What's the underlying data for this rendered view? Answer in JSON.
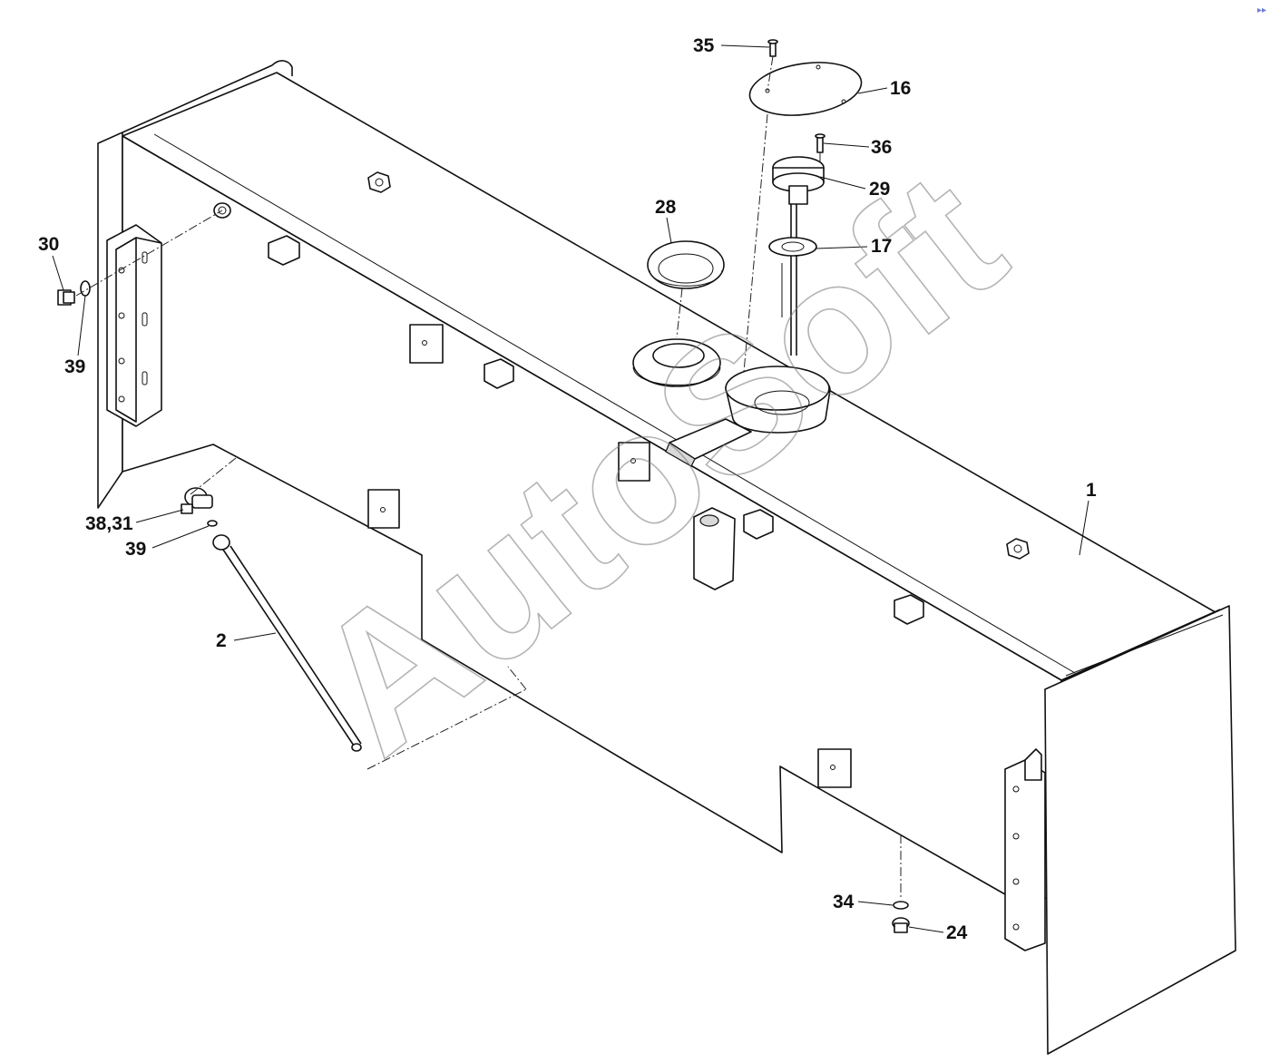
{
  "watermark": "AutoSoft",
  "callouts": [
    {
      "id": "c35",
      "text": "35"
    },
    {
      "id": "c16",
      "text": "16"
    },
    {
      "id": "c36",
      "text": "36"
    },
    {
      "id": "c29",
      "text": "29"
    },
    {
      "id": "c28",
      "text": "28"
    },
    {
      "id": "c17",
      "text": "17"
    },
    {
      "id": "c30",
      "text": "30"
    },
    {
      "id": "c39a",
      "text": "39"
    },
    {
      "id": "c1",
      "text": "1"
    },
    {
      "id": "c3831",
      "text": "38,31"
    },
    {
      "id": "c39b",
      "text": "39"
    },
    {
      "id": "c2",
      "text": "2"
    },
    {
      "id": "c34",
      "text": "34"
    },
    {
      "id": "c24",
      "text": "24"
    }
  ],
  "colors": {
    "line": "#111111",
    "watermark": "#777777",
    "background": "#ffffff"
  }
}
